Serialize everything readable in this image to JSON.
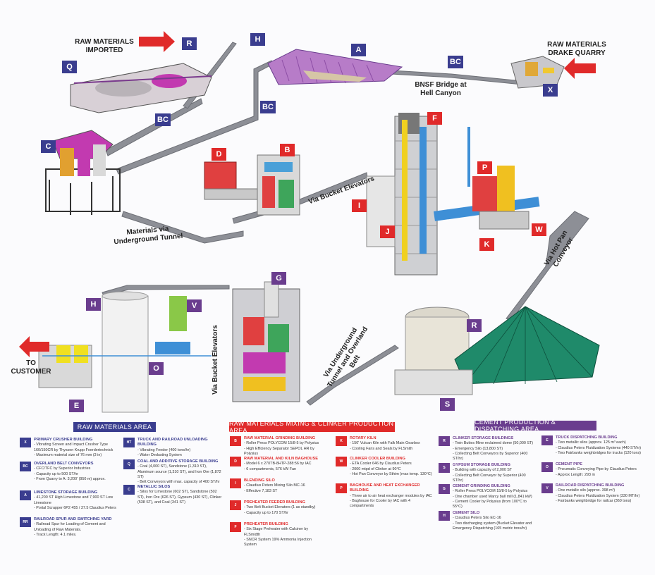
{
  "labels": {
    "raw_imported": "RAW MATERIALS IMPORTED",
    "raw_drake": "RAW MATERIALS DRAKE QUARRY",
    "bnsf": "BNSF Bridge at Hell Canyon",
    "bucket_1": "Via Bucket Elevators",
    "tunnel_1": "Materials via Underground Tunnel",
    "hot_pan": "Via Hot Pan Conveyor",
    "tunnel_2": "Via Underground Tunnel and Overland Belt",
    "bucket_2": "Via Bucket Elevators",
    "customer": "TO CUSTOMER"
  },
  "tags": {
    "Q": "Q",
    "R1": "R",
    "H1": "H",
    "A": "A",
    "BC1": "BC",
    "X": "X",
    "BC2": "BC",
    "BC3": "BC",
    "C": "C",
    "D": "D",
    "B": "B",
    "F": "F",
    "P": "P",
    "I": "I",
    "J": "J",
    "K": "K",
    "W": "W",
    "H2": "H",
    "V": "V",
    "O": "O",
    "E": "E",
    "G": "G",
    "R2": "R",
    "S": "S"
  },
  "legend": {
    "headers": {
      "raw": "RAW MATERIALS AREA",
      "mixing": "RAW MATERIALS MIXING & CLINKER PRODUCTION AREA",
      "cement": "CEMENT PRODUCTION & DISPATCHING AREA"
    },
    "col1": [
      {
        "code": "X",
        "title": "PRIMARY CRUSHER BUILDING",
        "lines": [
          "- Vibrating Screen and Impact Crusher Type 160/150CR by Thyssen Krupp Foerdertechnick",
          "- Maximum material size of 76 mm (3 in)"
        ]
      },
      {
        "code": "BC",
        "title": "OVERLAND BELT CONVEYORS",
        "lines": [
          "- CFC/TFC by Superior Industries",
          "- Capacity up to 500  ST/hr",
          "- From Quarry to A: 3,200' (950 m) approx."
        ]
      },
      {
        "code": "A",
        "title": "LIMESTONE STORAGE BUILDING",
        "lines": [
          "- 41,200 ST High Limestone and 7,900 ST Low Limestone",
          "- Portal Scrapper 6P2 455 / 37.5 Claudius Peters"
        ]
      },
      {
        "code": "RR",
        "title": "RAILROAD SPUR AND SWITCHING YARD",
        "lines": [
          "- Railroad Spur for Loading of Cement and Unloading of Raw Materials.",
          "- Track Length: 4.1 miles."
        ]
      }
    ],
    "col2": [
      {
        "code": "HT",
        "title": "TRUCK AND RAILROAD UNLOADING BUILDING",
        "lines": [
          "- Vibrating Feeder (400 tons/hr)",
          "- Water Dedusting System"
        ]
      },
      {
        "code": "Q",
        "title": "COAL AND ADDITIVE STORAGE BUILDING",
        "lines": [
          "- Coal (4,000 ST), Sandstone (1,310 ST), Aluminum source (1,310 ST), and Iron Ore (1,872 ST)",
          "- Belt Conveyors with max. capacity of 400 ST/hr"
        ]
      },
      {
        "code": "C",
        "title": "METALLIC SILOS",
        "lines": [
          "- Silos for Limestone (602 ST), Sandstone (502 ST), Iron  Ore (626 ST), Gypsum  (430 ST), Clinker (538 ST), and Coal (341 ST)"
        ]
      }
    ],
    "col3": [
      {
        "code": "B",
        "title": "RAW MATERIAL GRINDING BUILDING",
        "lines": [
          "- Roller Press POLYCOM 15/8-5 by Polysius",
          "- High Efficiency Separator SEPOL HR by Polysius"
        ]
      },
      {
        "code": "D",
        "title": "RAW MATERIAL AND KILN BAGHOUSE",
        "lines": [
          "- Model 6 x 270TB-8HTP-288:56 by IAC",
          "- 6 compartments, 576 kW Fan"
        ]
      },
      {
        "code": "I",
        "title": "BLENDING SILO",
        "lines": [
          "- Claudius Peters Mixing Silo MC-16",
          "- Effective 7,183 ST"
        ]
      },
      {
        "code": "J",
        "title": "PREHEATER FEEDER BUILDING",
        "lines": [
          "- Two Belt Bucket Elevators (1 as standby)",
          "- Capacity up to 170 ST/hr"
        ]
      },
      {
        "code": "F",
        "title": "PREHEATER BUILDING",
        "lines": [
          "- Six Stage Preheater with Calciner by FLSmidth",
          "- SNCR System 19% Ammonia Injection System"
        ]
      }
    ],
    "col4": [
      {
        "code": "K",
        "title": "ROTARY KILN",
        "lines": [
          "- 150' Vulcan Kiln with Falk Main Gearbox",
          "- Cooling Fans and Seals by FLSmith"
        ]
      },
      {
        "code": "W",
        "title": "CLINKER COOLER BUILDING",
        "lines": [
          "- ETA Cooler 646 by Claudius Peters",
          "- 2000 mtpd of Clinker at 90°C",
          "- Hot Pan Conveyor by Sthim (max temp. 130°C)"
        ]
      },
      {
        "code": "P",
        "title": "BAGHOUSE AND HEAT EXCHANGER BUILDING",
        "lines": [
          "- Three air to air heat exchanger modules by IAC",
          "- Baghouse for Cooler by IAC with 4 compartments"
        ]
      }
    ],
    "col5": [
      {
        "code": "R",
        "title": "CLINKER STORAGE BUILDINGS",
        "lines": [
          "- Twin Buttes Mine reclaimed dome (50,000 ST)",
          "- Emergency Silo (13,800 ST)",
          "- Collecting Belt Conveyors by Superior (400 ST/hr)"
        ]
      },
      {
        "code": "S",
        "title": "GYPSUM STORAGE BUILDING",
        "lines": [
          "- Building with capacity of 2,000 ST",
          "- Collecting Belt Conveyor by Superior (400 ST/hr)"
        ]
      },
      {
        "code": "G",
        "title": "CEMENT GRINDING BUILDING",
        "lines": [
          "- Roller Press POLYCOM 15/8-5 by Polysius",
          "- One chamber used Marcy ball mill (1,841 kW)",
          "- Cement Cooler by Polysius (from 100°C to 55°C)"
        ]
      },
      {
        "code": "H",
        "title": "CEMENT SILO",
        "lines": [
          "- Claudius Peters Silo EC-16",
          "- Two discharging system (Bucket Elevator and Emergency Dispatching (165 metric tons/hr)"
        ]
      }
    ],
    "col6": [
      {
        "code": "E",
        "title": "TRUCK DISPATCHING BUILDING",
        "lines": [
          "- Two metallic silos (approx. 125 m³ each)",
          "- Claudius Peters Fluidization Systems (440 ST/hr)",
          "- Two Fairbanks weighbridges for trucks (120 tons)"
        ]
      },
      {
        "code": "O",
        "title": "CEMENT PIPE",
        "lines": [
          "- Pneumatic Conveying Pipe by Claudius Peters",
          "- Approx Length: 293 m"
        ]
      },
      {
        "code": "V",
        "title": "RAILROAD DISPATCHING BUILDING",
        "lines": [
          "- One metallic silo (approx. 398 m³)",
          "- Claudius Peters Fluidization System (330 MT/hr)",
          "- Fairbanks weighbridge for railcar (360 tons)"
        ]
      }
    ]
  }
}
